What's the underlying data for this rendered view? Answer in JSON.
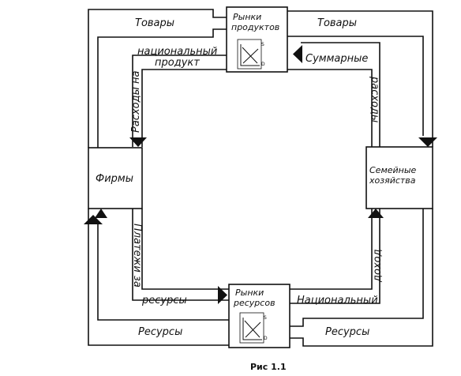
{
  "nodes": {
    "product_markets": "Рынки продуктов",
    "resource_markets": "Рынки ресурсов",
    "firms": "Фирмы",
    "households": "Семейные хозяйства"
  },
  "mini_chart": {
    "supply": "S",
    "demand": "D"
  },
  "flows": {
    "goods_left": "Товары",
    "goods_right": "Товары",
    "spending_on_1": "Расходы на",
    "spending_on_2": "национальный",
    "spending_on_3": "продукт",
    "total_spending_1": "Суммарные",
    "total_spending_2": "расходы",
    "payments_for_1": "Платежи за",
    "payments_for_2": "ресурсы",
    "national_income_1": "Национальный",
    "national_income_2": "доход",
    "resources_left": "Ресурсы",
    "resources_right": "Ресурсы"
  },
  "caption": "Рис 1.1"
}
